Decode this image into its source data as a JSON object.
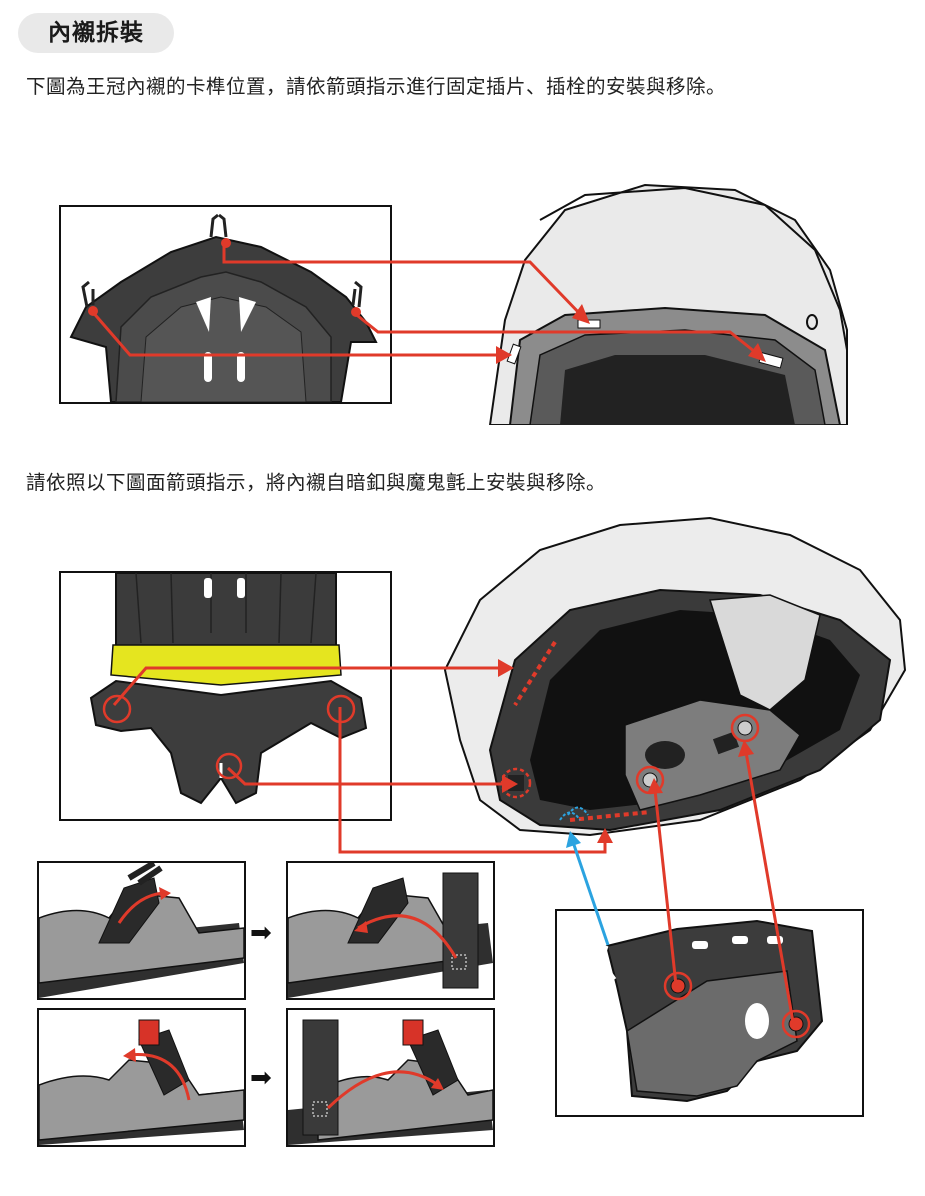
{
  "section": {
    "title": "內襯拆裝",
    "paragraph_1": "下圖為王冠內襯的卡榫位置，請依箭頭指示進行固定插片、插栓的安裝與移除。",
    "paragraph_2": "請依照以下圖面箭頭指示，將內襯自暗釦與魔鬼氈上安裝與移除。"
  },
  "colors": {
    "arrow_red": "#e03a2a",
    "arrow_blue": "#2ba3e0",
    "pad_dark": "#3a3a3a",
    "velcro_yellow": "#e5e51f",
    "pad_grey": "#8a8a8a"
  },
  "icons": [
    "step-arrow-icon",
    "step-arrow-icon"
  ]
}
